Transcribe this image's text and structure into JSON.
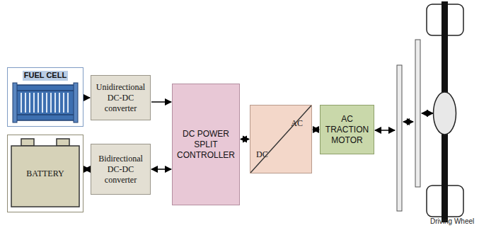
{
  "diagram": {
    "nodes": [
      {
        "text": [
          "FUEL CELL"
        ]
      },
      {
        "text": [
          "Unidirectional DC-DC converter"
        ]
      },
      {
        "text": [
          "BATTERY"
        ]
      },
      {
        "text": [
          "Bidirectional DC-DC converter"
        ]
      },
      {
        "text": [
          "DC POWER SPLIT CONTROLLER"
        ]
      },
      {
        "text": [
          "AC",
          "DC"
        ]
      },
      {
        "text": [
          "AC TRACTION MOTOR"
        ]
      }
    ],
    "edges": [
      {
        "from": 0,
        "to": 1,
        "arrow": "to"
      },
      {
        "from": 1,
        "to": 4,
        "arrow": "to"
      },
      {
        "from": 2,
        "to": 3,
        "arrow": "both"
      },
      {
        "from": 3,
        "to": 4,
        "arrow": "both"
      },
      {
        "from": 4,
        "to": 5,
        "arrow": "both"
      },
      {
        "from": 5,
        "to": 6,
        "arrow": "both"
      }
    ],
    "labels": [
      "Driving Wheel"
    ]
  }
}
